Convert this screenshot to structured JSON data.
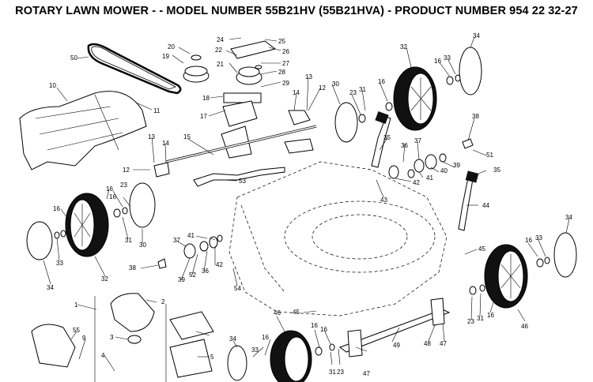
{
  "title": "ROTARY LAWN MOWER - - MODEL NUMBER 55B21HV (55B21HVA) - PRODUCT NUMBER 954 22 32-27",
  "labels": {
    "p1": "1",
    "p2": "2",
    "p3": "3",
    "p4": "4",
    "p5": "5",
    "p9": "9",
    "p10": "10",
    "p11": "11",
    "p12a": "12",
    "p12b": "12",
    "p13a": "13",
    "p13b": "13",
    "p14a": "14",
    "p14b": "14",
    "p15": "15",
    "p16a": "16",
    "p16b": "16",
    "p16c": "16",
    "p16d": "16",
    "p16e": "16",
    "p16f": "16",
    "p16g": "16",
    "p17": "17",
    "p18": "18",
    "p19": "19",
    "p20": "20",
    "p21": "21",
    "p22": "22",
    "p23a": "23",
    "p23b": "23",
    "p23c": "23",
    "p23d": "23",
    "p24": "24",
    "p25": "25",
    "p26": "26",
    "p27": "27",
    "p28": "28",
    "p29": "29",
    "p30a": "30",
    "p30b": "30",
    "p31a": "31",
    "p31b": "31",
    "p31c": "31",
    "p31d": "31",
    "p32a": "32",
    "p32b": "32",
    "p33a": "33",
    "p33b": "33",
    "p33c": "33",
    "p33d": "33",
    "p34a": "34",
    "p34b": "34",
    "p34c": "34",
    "p34d": "34",
    "p35a": "35",
    "p35b": "35",
    "p36a": "36",
    "p36b": "36",
    "p37a": "37",
    "p37b": "37",
    "p38a": "38",
    "p38b": "38",
    "p39a": "39",
    "p39b": "39",
    "p40": "40",
    "p41a": "41",
    "p41b": "41",
    "p42a": "42",
    "p42b": "42",
    "p43": "43",
    "p44": "44",
    "p45a": "45",
    "p45b": "45",
    "p46a": "46",
    "p46b": "46",
    "p47a": "47",
    "p47b": "47",
    "p48": "48",
    "p49": "49",
    "p50": "50",
    "p51": "51",
    "p52": "52",
    "p53": "53",
    "p54": "54",
    "p55": "55"
  }
}
